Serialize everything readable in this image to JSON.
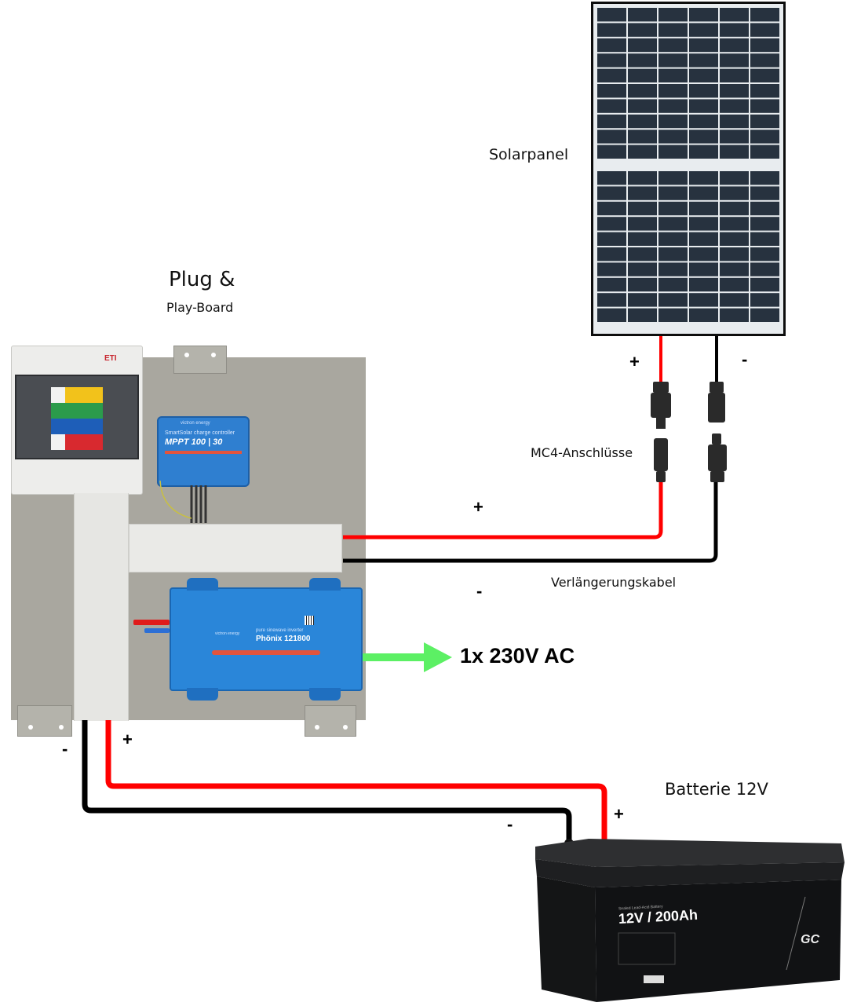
{
  "labels": {
    "solar_panel": "Solarpanel",
    "board_title_line1": "Plug &",
    "board_title_line2": "Play-Board",
    "mc4_connectors": "MC4-Anschlüsse",
    "extension_cable": "Verlängerungskabel",
    "ac_output": "1x 230V AC",
    "battery": "Batterie 12V"
  },
  "polarity": {
    "panel_positive": "+",
    "panel_negative": "-",
    "extension_positive": "+",
    "extension_negative": "-",
    "board_negative": "-",
    "board_positive": "+",
    "battery_negative": "-",
    "battery_positive": "+"
  },
  "devices": {
    "breaker_brand": "ETI",
    "charge_controller": {
      "brand": "victron energy",
      "type": "SmartSolar charge controller",
      "model": "MPPT 100 | 30"
    },
    "inverter": {
      "brand": "victron energy",
      "type": "pure sinewave inverter",
      "model": "Phönix 121800"
    },
    "battery": {
      "type": "Sealed Lead-Acid Battery",
      "rating": "12V / 200Ah",
      "logo": "GC"
    }
  },
  "colors": {
    "positive_wire": "#ff0000",
    "negative_wire": "#000000",
    "ac_arrow": "#5cf064",
    "victron_blue": "#2a86d9",
    "board_gray": "#a9a79f"
  }
}
